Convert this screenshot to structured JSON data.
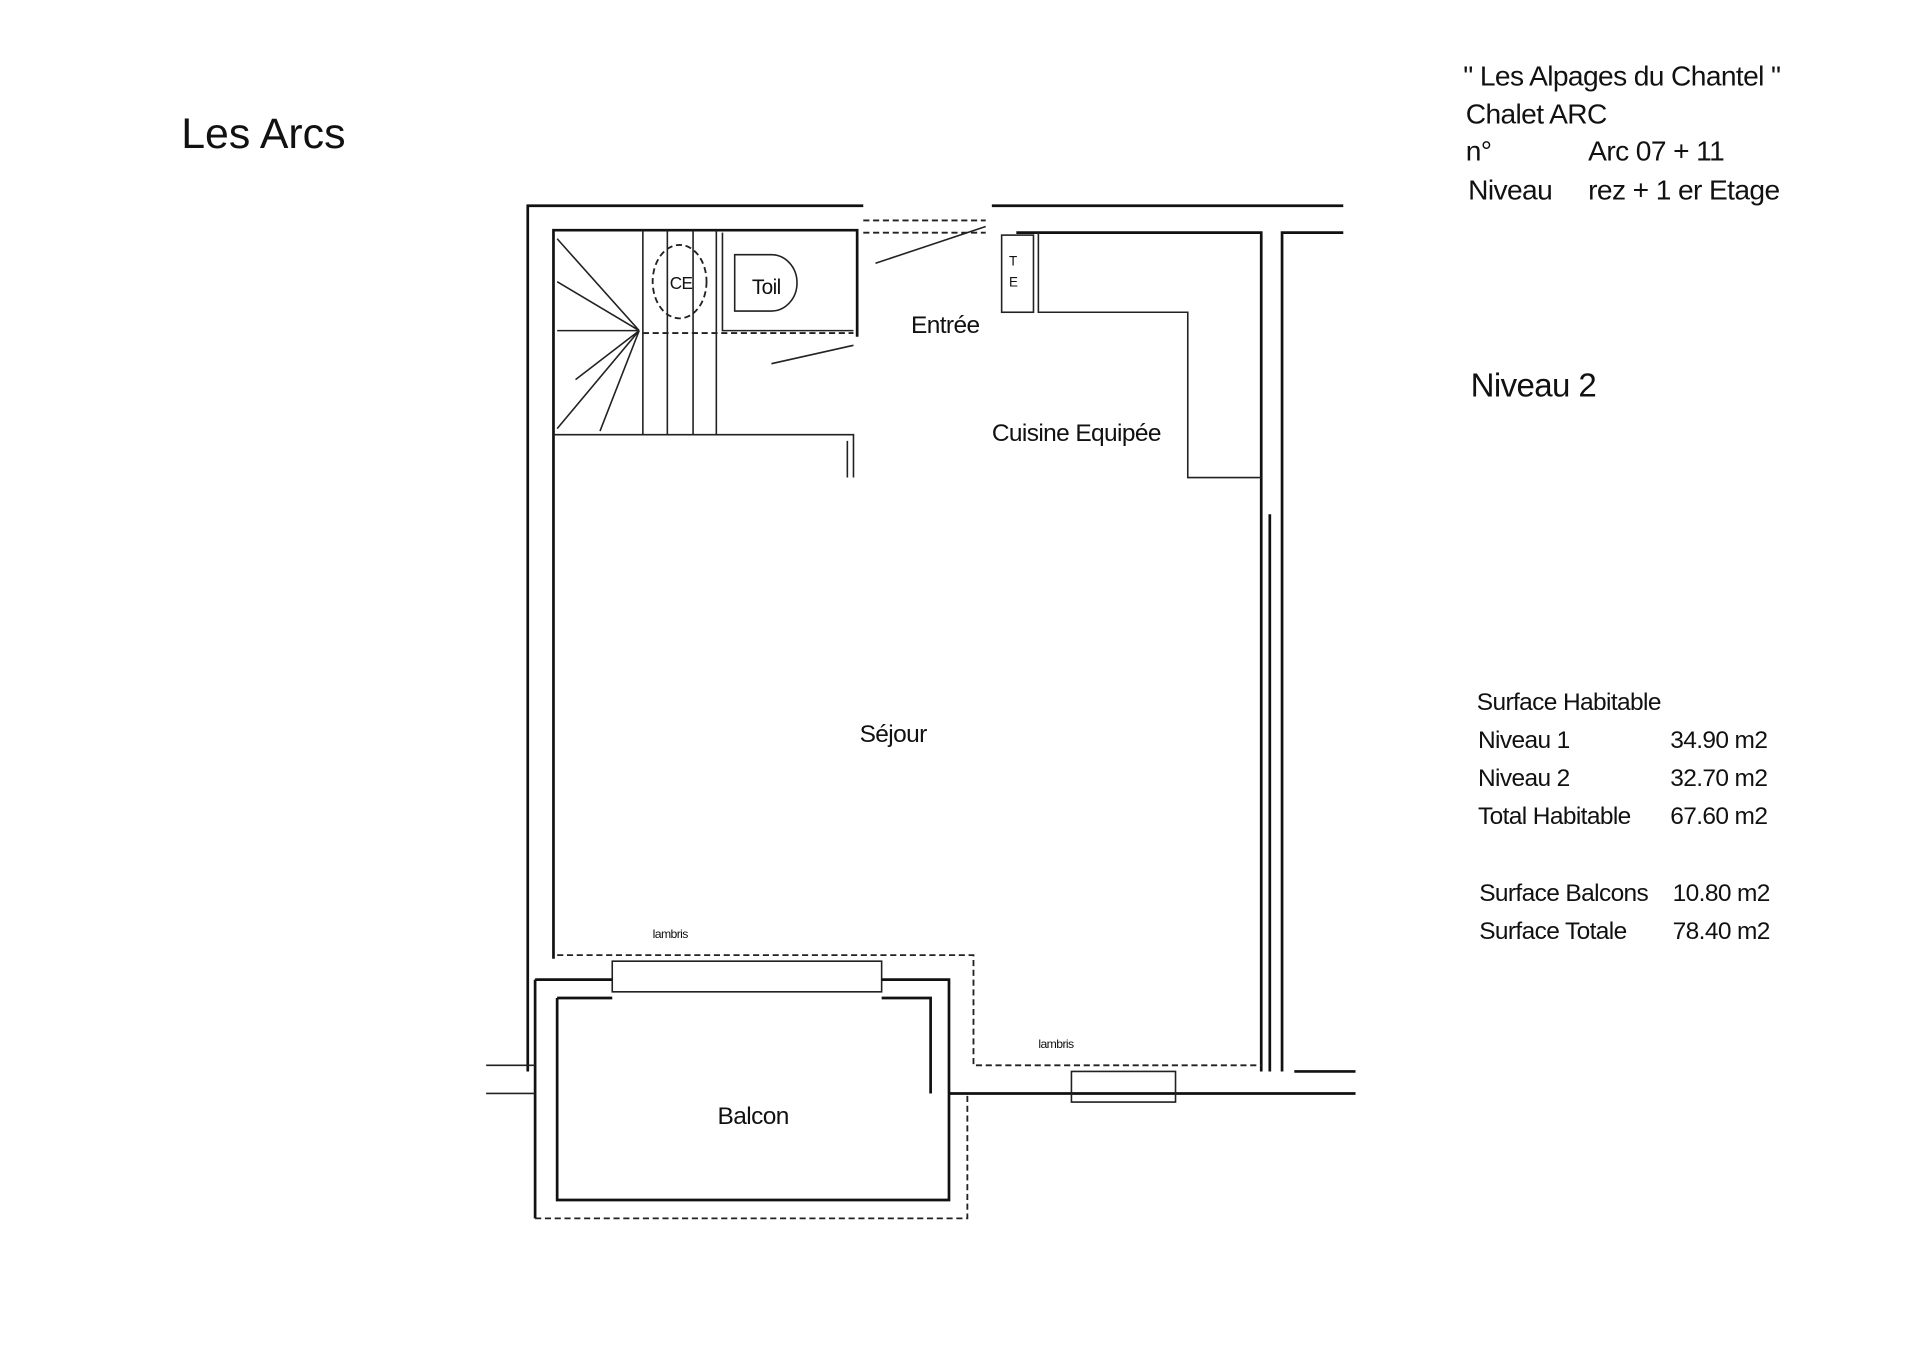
{
  "title": "Les Arcs",
  "header": {
    "residence": "\" Les Alpages du Chantel \"",
    "chalet": "Chalet  ARC",
    "number_label": "n°",
    "number_value": "Arc 07 + 11",
    "level_label": "Niveau",
    "level_value": "rez + 1 er Etage"
  },
  "level_title": "Niveau 2",
  "surfaces": {
    "heading": "Surface Habitable",
    "rows": [
      {
        "label": "Niveau 1",
        "value": "34.90 m2"
      },
      {
        "label": "Niveau 2",
        "value": "32.70 m2"
      },
      {
        "label": "Total Habitable",
        "value": "67.60 m2"
      },
      {
        "label": "Surface Balcons",
        "value": "10.80 m2"
      },
      {
        "label": "Surface Totale",
        "value": "78.40 m2"
      }
    ]
  },
  "plan": {
    "rooms": {
      "entree": "Entrée",
      "cuisine": "Cuisine Equipée",
      "sejour": "Séjour",
      "balcon": "Balcon",
      "wc": "Toil",
      "ce": "CE",
      "te_t": "T",
      "te_e": "E",
      "lambris_1": "lambris",
      "lambris_2": "lambris"
    }
  }
}
